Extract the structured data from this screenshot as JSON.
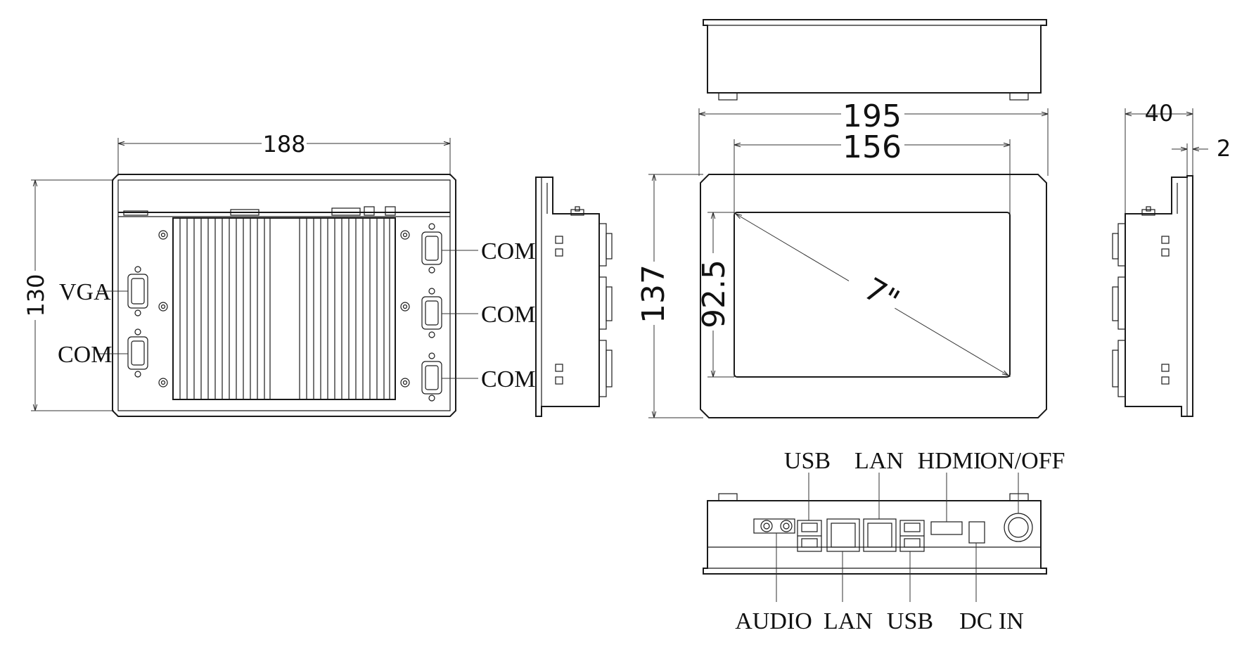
{
  "dimensions": {
    "rear_width": "188",
    "rear_height": "130",
    "front_width": "195",
    "screen_width": "156",
    "front_height": "137",
    "screen_height": "92.5",
    "screen_diagonal": "7\"",
    "depth": "40",
    "bezel": "2"
  },
  "rear_labels": {
    "vga": "VGA",
    "com_left": "COM",
    "com_right_1": "COM",
    "com_right_2": "COM",
    "com_right_3": "COM"
  },
  "bottom_labels": {
    "usb_top": "USB",
    "lan_top": "LAN",
    "hdmi": "HDMI",
    "on_off": "ON/OFF",
    "audio": "AUDIO",
    "lan_bottom": "LAN",
    "usb_bottom": "USB",
    "dc_in": "DC IN"
  }
}
